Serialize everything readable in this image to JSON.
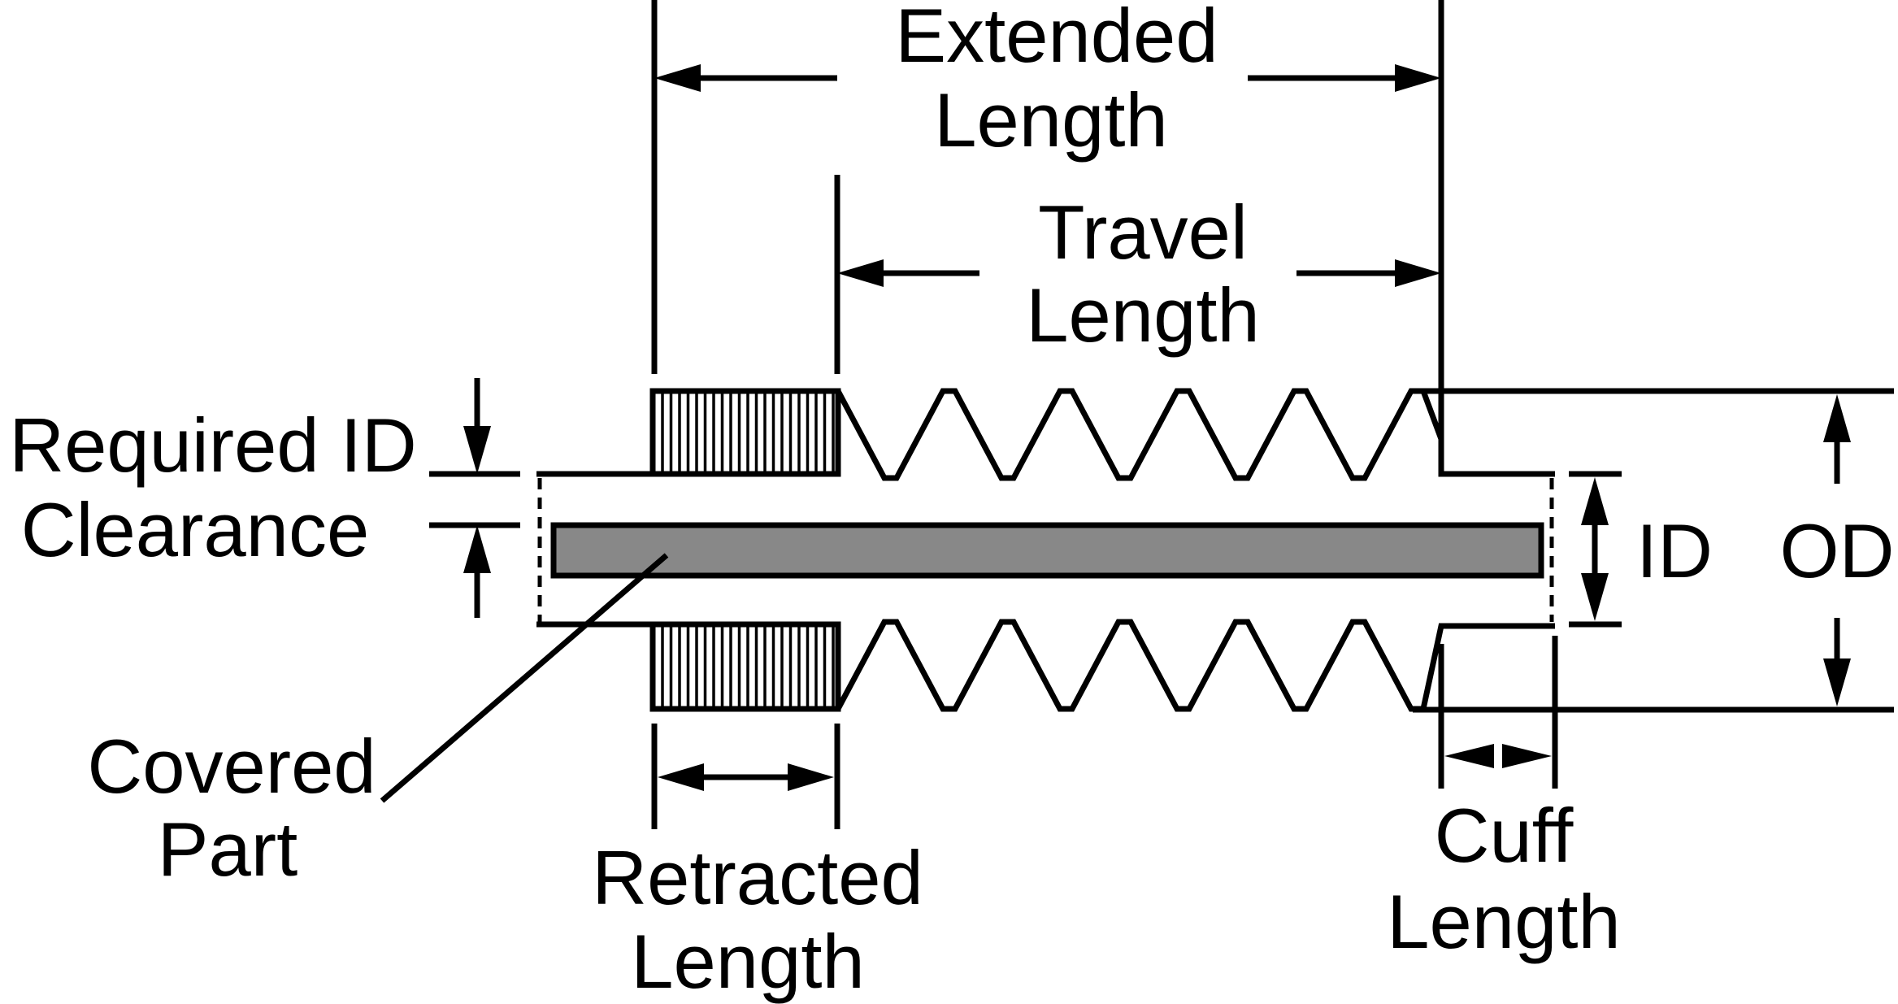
{
  "diagram": {
    "colors": {
      "line": "#000000",
      "part": "#888888",
      "background": "#ffffff"
    },
    "labels": {
      "extended_1": "Extended",
      "extended_2": "Length",
      "travel_1": "Travel",
      "travel_2": "Length",
      "required_1": "Required ID",
      "required_2": "Clearance",
      "id": "ID",
      "od": "OD",
      "covered_1": "Covered",
      "covered_2": "Part",
      "retracted_1": "Retracted",
      "retracted_2": "Length",
      "cuff_1": "Cuff",
      "cuff_2": "Length"
    }
  }
}
